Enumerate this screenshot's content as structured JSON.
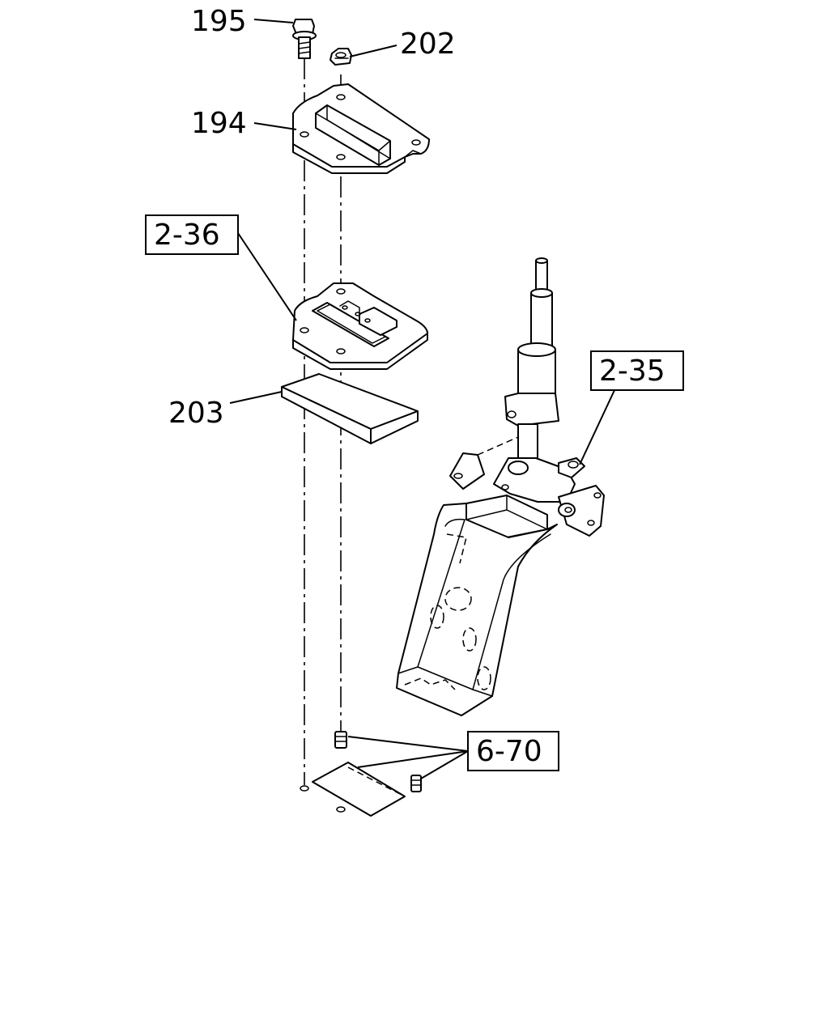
{
  "diagram": {
    "callouts": {
      "p195": "195",
      "p202": "202",
      "p194": "194",
      "p203": "203"
    },
    "references": {
      "r236": "2-36",
      "r235": "2-35",
      "r670": "6-70"
    }
  }
}
